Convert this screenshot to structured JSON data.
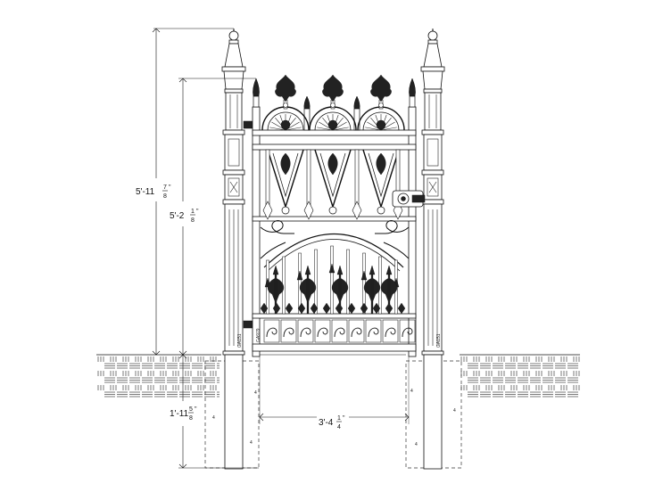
{
  "dimensions": {
    "overall_height": {
      "whole": "5'-11",
      "num": "7",
      "den": "8",
      "inch": "\""
    },
    "gate_height": {
      "whole": "5'-2",
      "num": "1",
      "den": "8",
      "inch": "\""
    },
    "embed_depth": {
      "whole": "1'-11",
      "num": "5",
      "den": "8",
      "inch": "\""
    },
    "opening_width": {
      "whole": "3'-4",
      "num": "1",
      "den": "4",
      "inch": "\""
    }
  },
  "part_tags": {
    "left_post": "GA151",
    "gate": "GA979",
    "right_post": "GA151"
  },
  "concrete_mark": "4"
}
